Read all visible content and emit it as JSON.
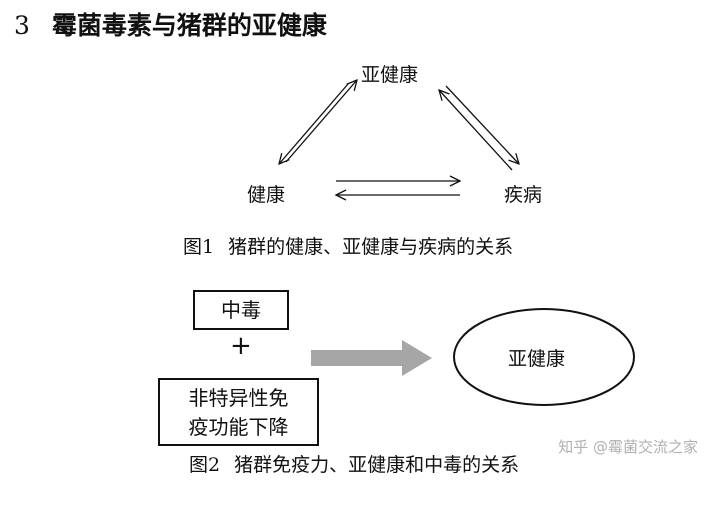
{
  "section": {
    "number": "3",
    "title": "霉菌毒素与猪群的亚健康"
  },
  "figure1": {
    "nodes": {
      "top": "亚健康",
      "left": "健康",
      "right": "疾病"
    },
    "caption_label": "图1",
    "caption_text": "猪群的健康、亚健康与疾病的关系"
  },
  "figure2": {
    "box1": "中毒",
    "plus": "+",
    "box2_line1": "非特异性免",
    "box2_line2": "疫功能下降",
    "ellipse": "亚健康",
    "caption_label": "图2",
    "caption_text": "猪群免疫力、亚健康和中毒的关系"
  },
  "watermark": "知乎 @霉菌交流之家"
}
